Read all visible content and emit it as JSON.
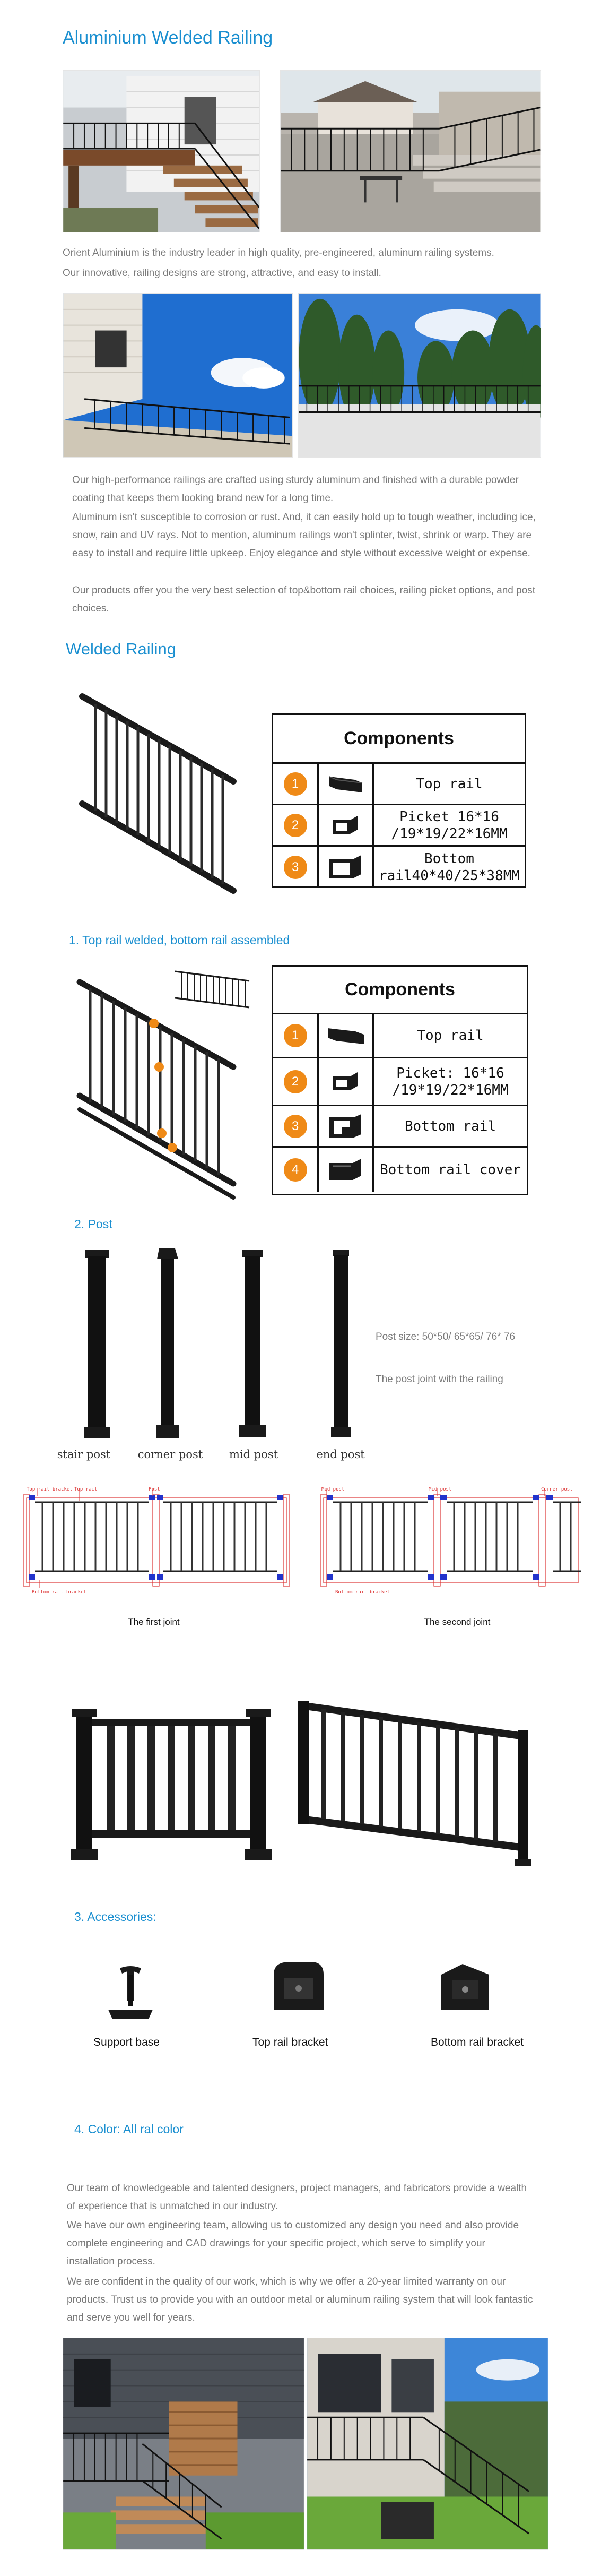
{
  "section1": {
    "title": "Aluminium Welded Railing",
    "intro1": "Orient Aluminium is the industry leader in high quality, pre-engineered, aluminum railing systems.",
    "intro2": "Our innovative, railing designs are strong, attractive, and easy to install.",
    "para1": "Our high-performance railings are crafted using sturdy aluminum and finished with a durable powder coating that keeps them looking brand new for a long time.",
    "para2": "Aluminum isn't susceptible to corrosion or rust. And, it can easily hold up to tough weather, including ice, snow, rain and UV rays. Not to mention, aluminum railings won't splinter, twist, shrink or warp. They are easy to install and require little upkeep. Enjoy elegance and style without excessive weight or expense.",
    "para3": "Our products offer you the very best selection of top&bottom rail choices, railing picket options, and post choices."
  },
  "welded": {
    "title": "Welded Railing",
    "table1": {
      "head": "Components",
      "rows": [
        {
          "num": "1",
          "label": "Top rail"
        },
        {
          "num": "2",
          "label": "Picket  16*16 /19*19/22*16MM"
        },
        {
          "num": "3",
          "label": "Bottom rail40*40/25*38MM"
        }
      ]
    }
  },
  "item1": {
    "title": "1.   Top rail welded, bottom rail assembled",
    "table2": {
      "head": "Components",
      "rows": [
        {
          "num": "1",
          "label": "Top rail"
        },
        {
          "num": "2",
          "label": "Picket: 16*16 /19*19/22*16MM"
        },
        {
          "num": "3",
          "label": "Bottom rail"
        },
        {
          "num": "4",
          "label": "Bottom rail cover"
        }
      ]
    }
  },
  "item2": {
    "title": "2.   Post",
    "posts": [
      "stair post",
      "corner post",
      "mid post",
      "end post"
    ],
    "size": "Post size: 50*50/ 65*65/ 76* 76",
    "joint": "The post joint with the railing",
    "joint1": "The first joint",
    "joint2": "The second joint",
    "diagram_labels": {
      "top_bracket": "Top rail bracket",
      "top_rail": "Top rail",
      "post": "Post",
      "bottom_bracket_left": "Bottom rail bracket",
      "mid_post": "Mid post",
      "corner_post": "Corner post",
      "bottom_bracket_right": "Bottom rail bracket"
    }
  },
  "item3": {
    "title": "3.   Accessories:",
    "items": [
      "Support base",
      "Top rail bracket",
      "Bottom rail bracket"
    ]
  },
  "item4": {
    "title": "4.   Color: All ral color",
    "para1": "Our team of knowledgeable and talented designers, project managers, and fabricators provide a wealth of experience that is unmatched in our industry.",
    "para2": "We have our own engineering team, allowing us to customized any design you need and also provide complete engineering and CAD drawings for your specific project, which serve to simplify your installation process.",
    "para3": "We are confident in the quality of our work, which is why we offer a 20-year limited warranty on our products. Trust us to provide you with an outdoor metal or aluminum railing system that will look fantastic and serve you well for years."
  },
  "colors": {
    "accent": "#1a8fd0",
    "badge": "#ef8a17",
    "rail": "#1a1a1a"
  }
}
